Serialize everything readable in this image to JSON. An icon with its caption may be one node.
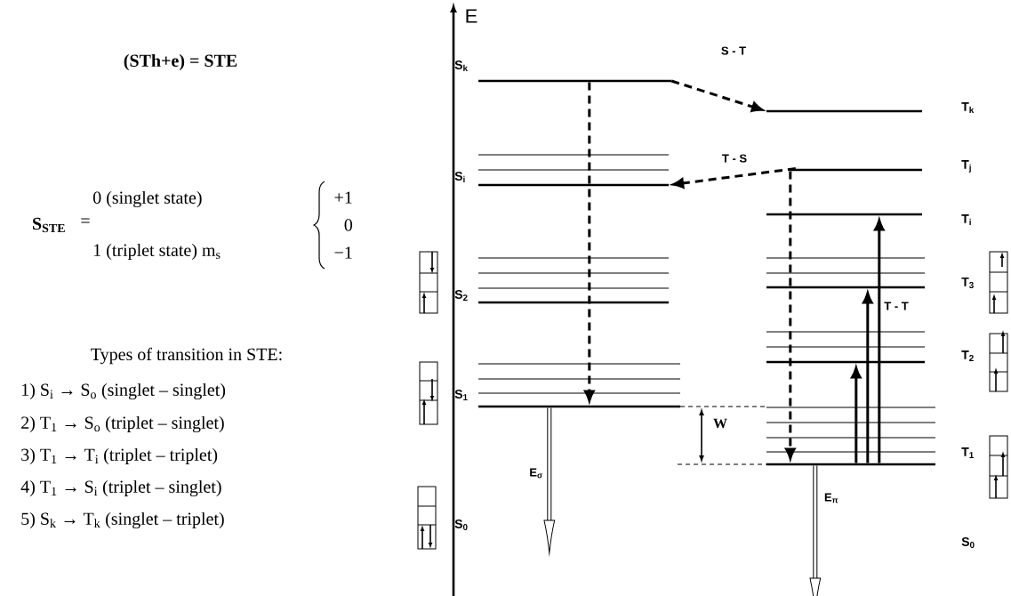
{
  "diagram": {
    "nodes": [
      {
        "text": [],
        "shape": "bar",
        "beside": [
          "S$_{k}$"
        ]
      },
      {
        "text": [],
        "shape": "bar",
        "beside": [
          "T$_{k}$"
        ]
      },
      {
        "text": [],
        "shape": "bar",
        "beside": [
          "S$_{i}$"
        ]
      },
      {
        "text": [],
        "shape": "bar",
        "beside": [
          "T$_{j}$"
        ]
      },
      {
        "text": [],
        "shape": "bar",
        "beside": [
          "T$_{i}$"
        ]
      },
      {
        "text": [],
        "shape": "bar",
        "beside": [
          "S$_{2}$"
        ]
      },
      {
        "text": [],
        "shape": "bar",
        "beside": [
          "T$_{3}$"
        ]
      },
      {
        "text": [],
        "shape": "bar",
        "beside": [
          "S$_{1}$"
        ]
      },
      {
        "text": [],
        "shape": "bar",
        "beside": [
          "T$_{2}$"
        ]
      },
      {
        "text": [],
        "shape": "bar",
        "beside": [
          "T$_{1}$"
        ]
      }
    ],
    "edges": [
      {
        "from": 0,
        "to": 1,
        "arrow": "to",
        "style": "dashed",
        "label": "S - T"
      },
      {
        "from": 0,
        "to": 7,
        "arrow": "to",
        "style": "dashed"
      },
      {
        "from": 3,
        "to": 2,
        "arrow": "to",
        "style": "dashed",
        "label": "T - S"
      },
      {
        "from": 3,
        "to": 9,
        "arrow": "to",
        "style": "dashed"
      },
      {
        "from": 9,
        "to": 8,
        "arrow": "to"
      },
      {
        "from": 9,
        "to": 6,
        "arrow": "to",
        "label": "T - T"
      },
      {
        "from": 9,
        "to": 4,
        "arrow": "to"
      },
      {
        "from": 7,
        "to": null,
        "arrow": "to",
        "label": "E$_{σ}$"
      },
      {
        "from": 9,
        "to": null,
        "arrow": "to",
        "label": "E$_{π}$"
      }
    ],
    "labels": [
      "(STh+e) = STE",
      "S$_{STE}$",
      "=",
      "0 (singlet state)",
      "1 (triplet state) m$_{s}$",
      "+1",
      "0",
      "−1",
      "Types of transition in STE:",
      "1) S$_{i}$ → S$_{o}$ (singlet – singlet)",
      "2) T$_{1}$ → S$_{o}$ (triplet – singlet)",
      "3) T$_{1}$ → T$_{i}$ (triplet – triplet)",
      "4) T$_{1}$ → S$_{i}$ (triplet – singlet)",
      "5) S$_{k}$ → T$_{k}$ (singlet – triplet)",
      "E",
      "W",
      "S$_{0}$",
      "S$_{0}$"
    ]
  }
}
